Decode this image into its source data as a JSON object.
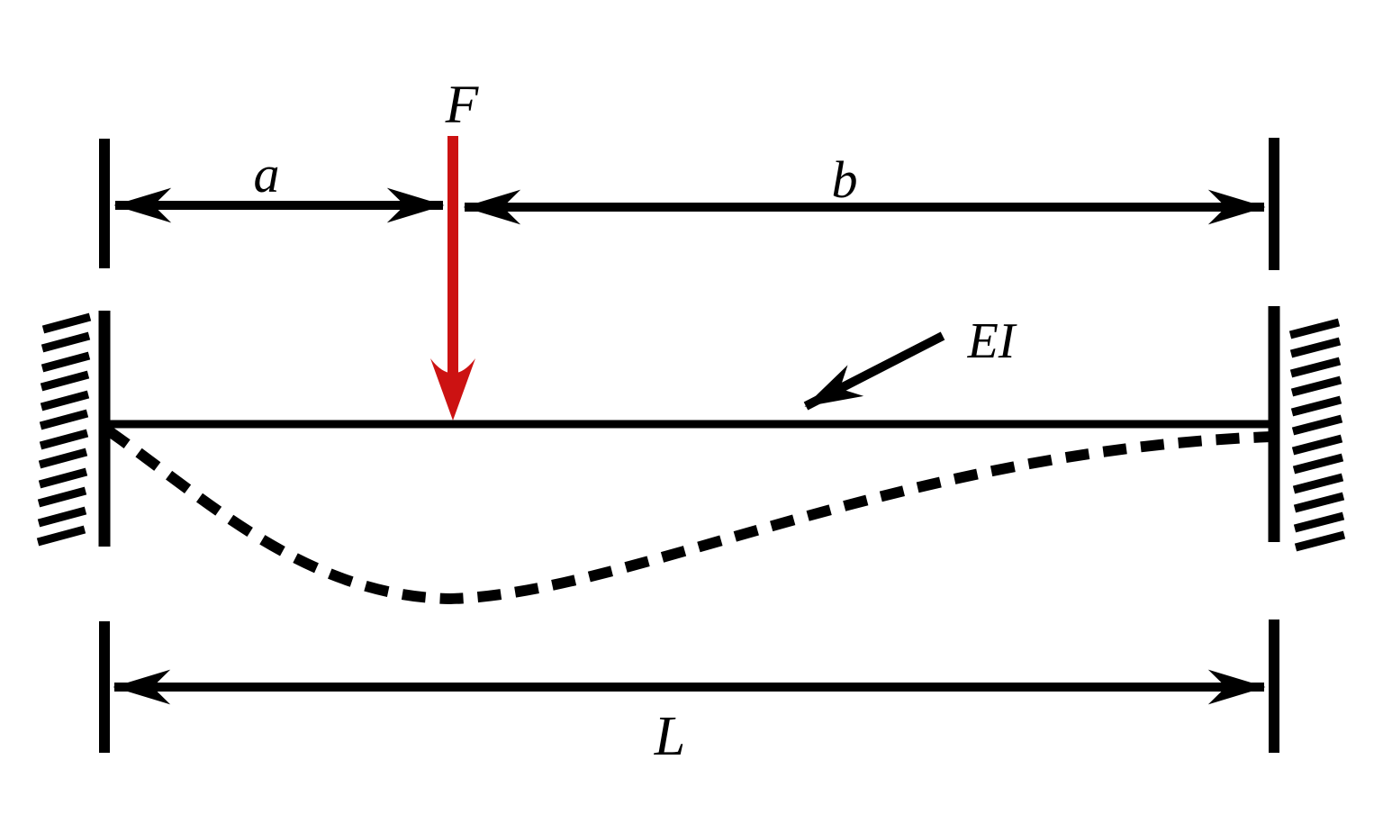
{
  "diagram": {
    "type": "fixed-fixed beam with point load and deflection curve",
    "labels": {
      "force": "F",
      "span_a": "a",
      "span_b": "b",
      "length": "L",
      "flexural_rigidity": "EI"
    },
    "colors": {
      "force_red": "#cc1212",
      "ink": "#000000",
      "background": "#ffffff"
    }
  }
}
